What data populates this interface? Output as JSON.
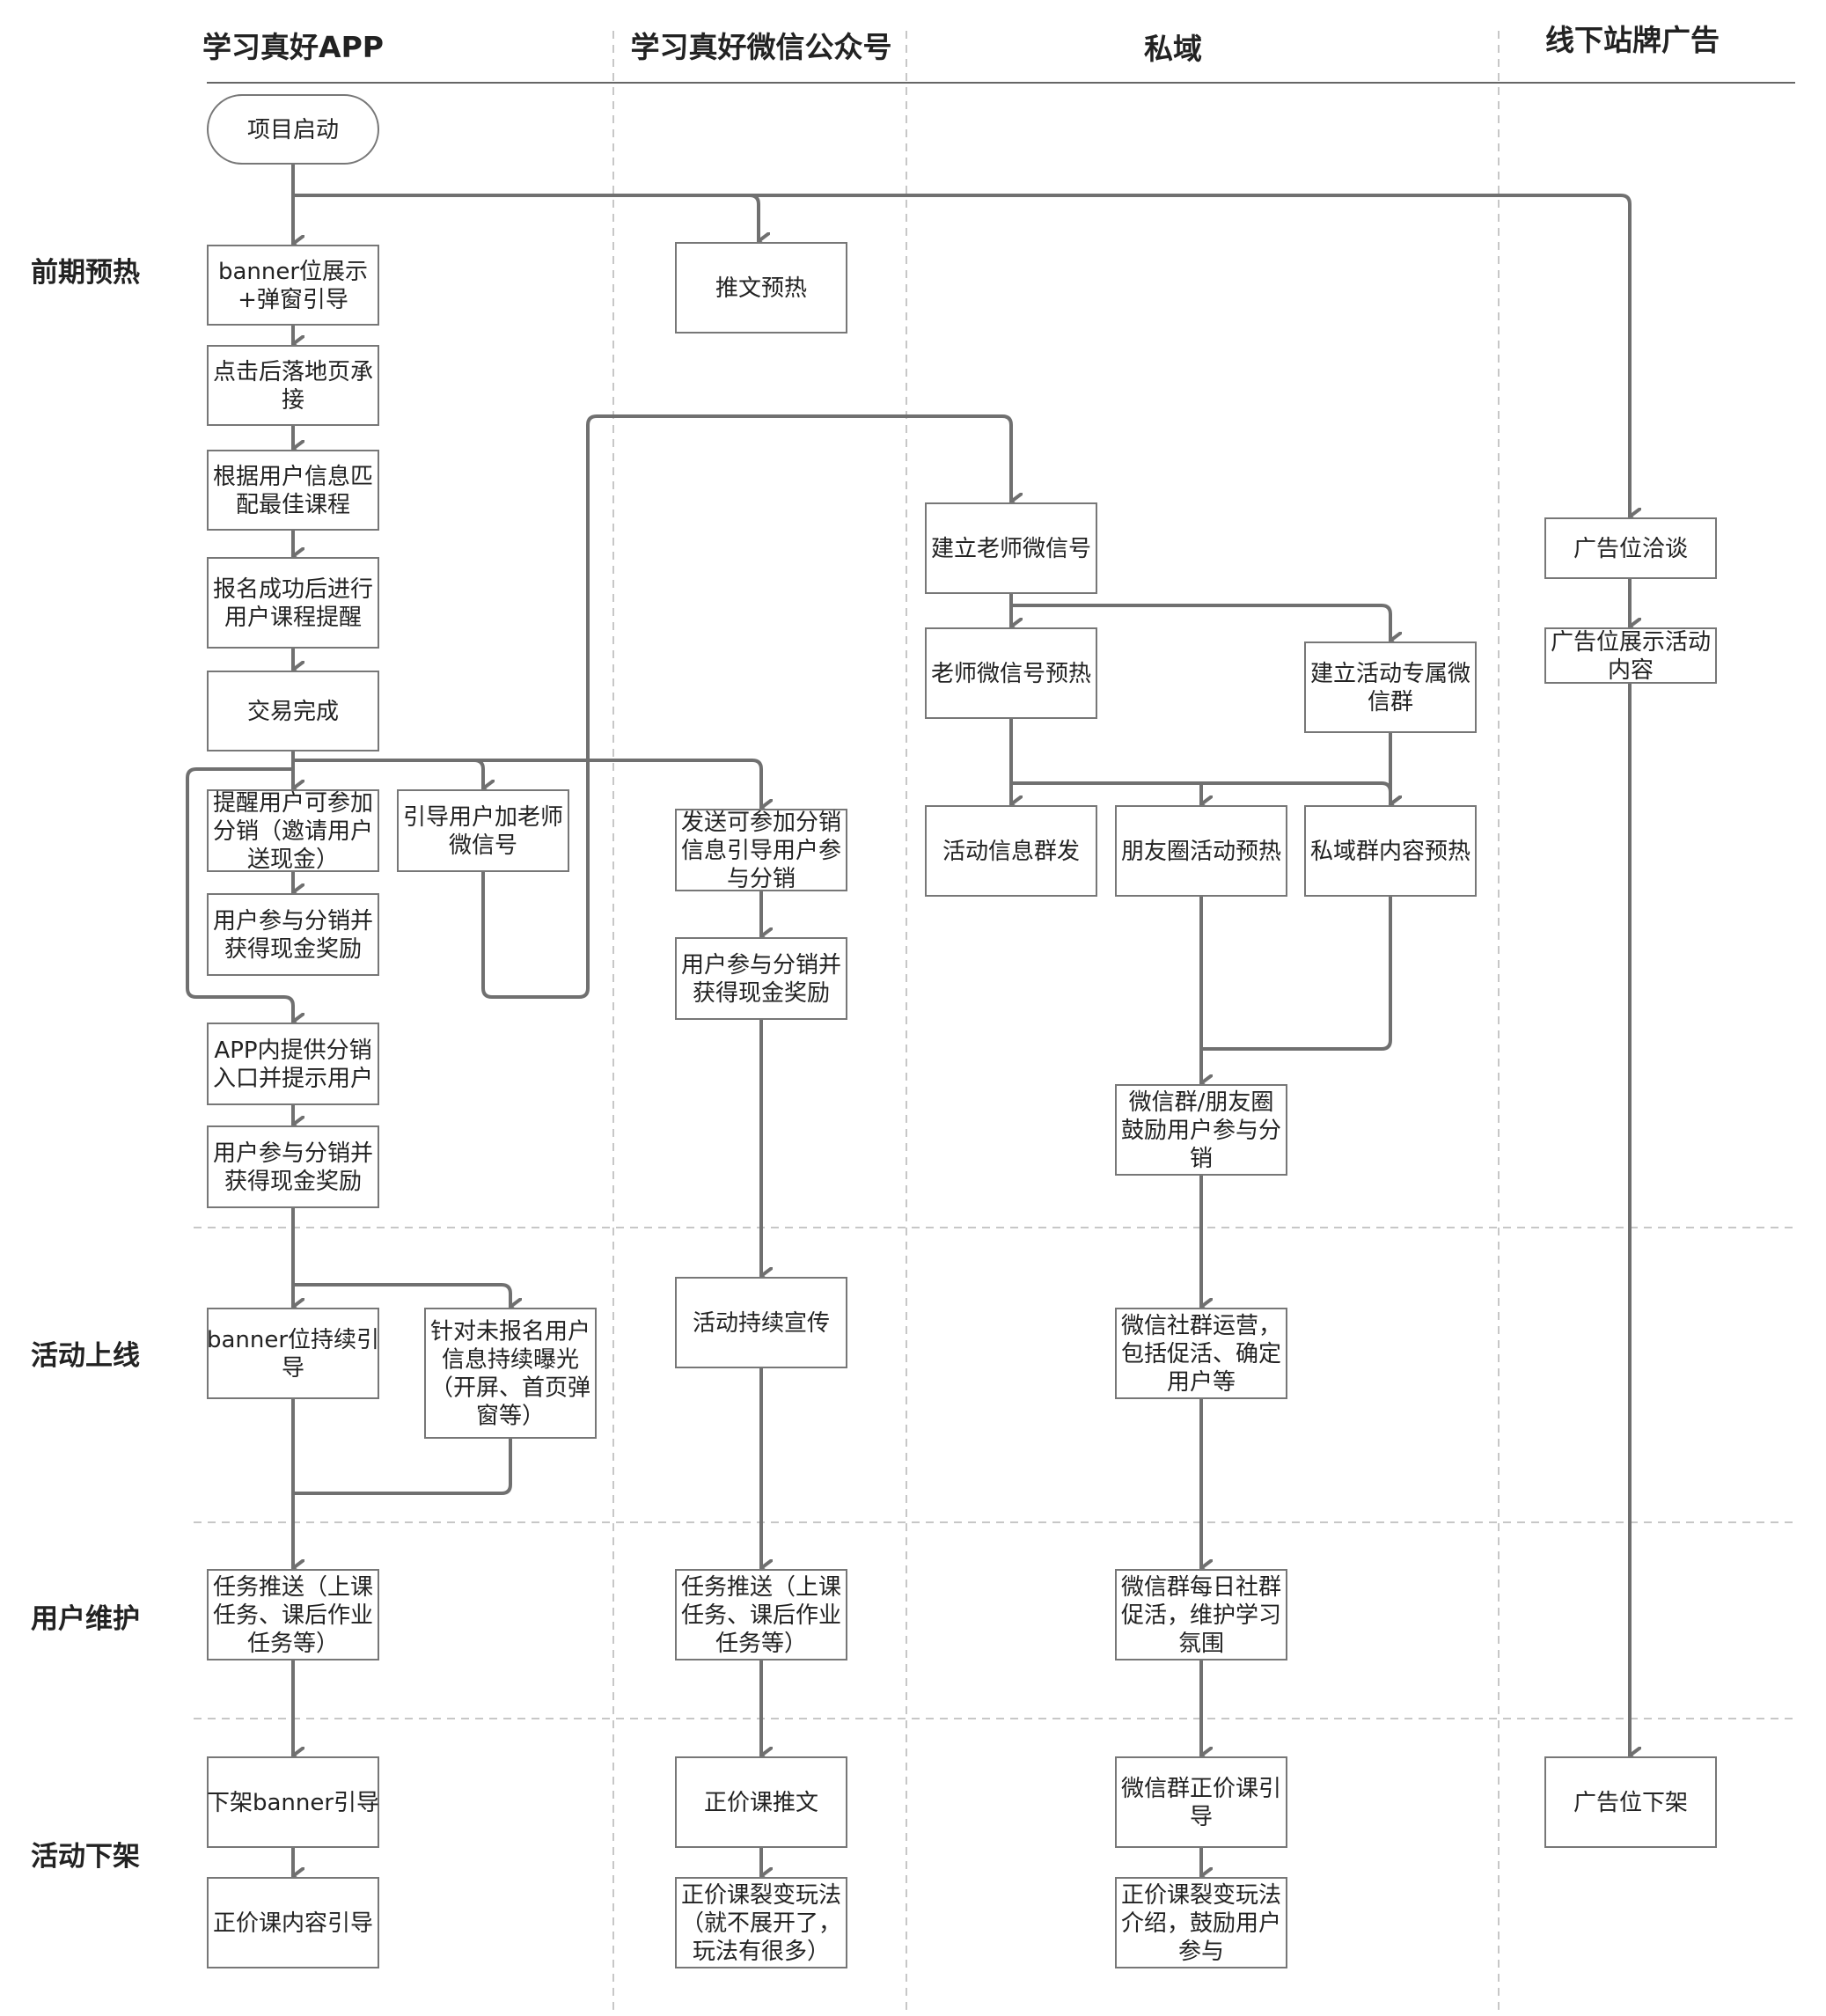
{
  "lanes": [
    {
      "id": "app",
      "title": "学习真好APP"
    },
    {
      "id": "wechat",
      "title": "学习真好微信公众号"
    },
    {
      "id": "private",
      "title": "私域"
    },
    {
      "id": "offline",
      "title": "线下站牌广告"
    }
  ],
  "phases": [
    {
      "id": "preheat",
      "title": "前期预热"
    },
    {
      "id": "online",
      "title": "活动上线"
    },
    {
      "id": "maintain",
      "title": "用户维护"
    },
    {
      "id": "offline",
      "title": "活动下架"
    }
  ],
  "nodes": [
    {
      "id": "start",
      "lines": [
        "项目启动"
      ]
    },
    {
      "id": "a1",
      "lines": [
        "banner位展示",
        "+弹窗引导"
      ]
    },
    {
      "id": "a2",
      "lines": [
        "点击后落地页承",
        "接"
      ]
    },
    {
      "id": "a3",
      "lines": [
        "根据用户信息匹",
        "配最佳课程"
      ]
    },
    {
      "id": "a4",
      "lines": [
        "报名成功后进行",
        "用户课程提醒"
      ]
    },
    {
      "id": "a5",
      "lines": [
        "交易完成"
      ]
    },
    {
      "id": "a6",
      "lines": [
        "提醒用户可参加",
        "分销（邀请用户",
        "送现金）"
      ]
    },
    {
      "id": "a7",
      "lines": [
        "引导用户加老师",
        "微信号"
      ]
    },
    {
      "id": "a8",
      "lines": [
        "用户参与分销并",
        "获得现金奖励"
      ]
    },
    {
      "id": "a9",
      "lines": [
        "APP内提供分销",
        "入口并提示用户"
      ]
    },
    {
      "id": "a10",
      "lines": [
        "用户参与分销并",
        "获得现金奖励"
      ]
    },
    {
      "id": "a11",
      "lines": [
        "banner位持续引",
        "导"
      ]
    },
    {
      "id": "a12",
      "lines": [
        "针对未报名用户",
        "信息持续曝光",
        "（开屏、首页弹",
        "窗等）"
      ]
    },
    {
      "id": "a13",
      "lines": [
        "任务推送（上课",
        "任务、课后作业",
        "任务等）"
      ]
    },
    {
      "id": "a14",
      "lines": [
        "下架banner引导"
      ]
    },
    {
      "id": "a15",
      "lines": [
        "正价课内容引导"
      ]
    },
    {
      "id": "w1",
      "lines": [
        "推文预热"
      ]
    },
    {
      "id": "w2",
      "lines": [
        "发送可参加分销",
        "信息引导用户参",
        "与分销"
      ]
    },
    {
      "id": "w3",
      "lines": [
        "用户参与分销并",
        "获得现金奖励"
      ]
    },
    {
      "id": "w4",
      "lines": [
        "活动持续宣传"
      ]
    },
    {
      "id": "w5",
      "lines": [
        "任务推送（上课",
        "任务、课后作业",
        "任务等）"
      ]
    },
    {
      "id": "w6",
      "lines": [
        "正价课推文"
      ]
    },
    {
      "id": "w7",
      "lines": [
        "正价课裂变玩法",
        "（就不展开了，",
        "玩法有很多）"
      ]
    },
    {
      "id": "p1",
      "lines": [
        "建立老师微信号"
      ]
    },
    {
      "id": "p2",
      "lines": [
        "老师微信号预热"
      ]
    },
    {
      "id": "p3",
      "lines": [
        "建立活动专属微",
        "信群"
      ]
    },
    {
      "id": "p4",
      "lines": [
        "活动信息群发"
      ]
    },
    {
      "id": "p5",
      "lines": [
        "朋友圈活动预热"
      ]
    },
    {
      "id": "p6",
      "lines": [
        "私域群内容预热"
      ]
    },
    {
      "id": "p7",
      "lines": [
        "微信群/朋友圈",
        "鼓励用户参与分",
        "销"
      ]
    },
    {
      "id": "p8",
      "lines": [
        "微信社群运营，",
        "包括促活、确定",
        "用户等"
      ]
    },
    {
      "id": "p9",
      "lines": [
        "微信群每日社群",
        "促活，维护学习",
        "氛围"
      ]
    },
    {
      "id": "p10",
      "lines": [
        "微信群正价课引",
        "导"
      ]
    },
    {
      "id": "p11",
      "lines": [
        "正价课裂变玩法",
        "介绍，鼓励用户",
        "参与"
      ]
    },
    {
      "id": "o1",
      "lines": [
        "广告位洽谈"
      ]
    },
    {
      "id": "o2",
      "lines": [
        "广告位展示活动",
        "内容"
      ]
    },
    {
      "id": "o3",
      "lines": [
        "广告位下架"
      ]
    }
  ],
  "colors": {
    "line": "#707070",
    "box_border": "#777777",
    "text": "#222222"
  }
}
